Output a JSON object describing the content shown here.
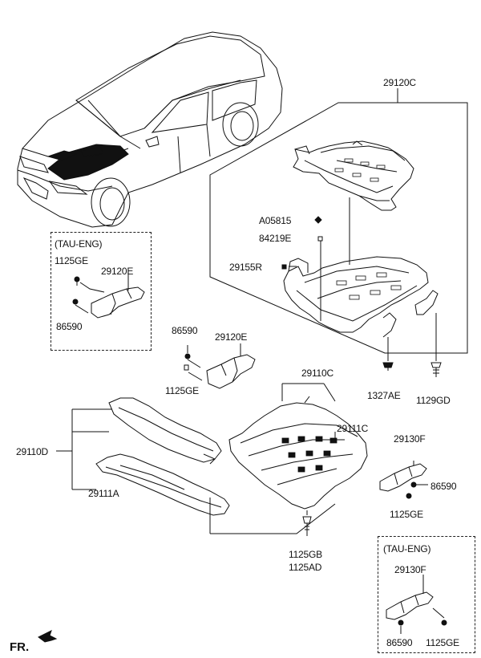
{
  "labels": {
    "p29120C": "29120C",
    "pA05815": "A05815",
    "p84219E": "84219E",
    "p29155R": "29155R",
    "p1327AE": "1327AE",
    "p1129GD": "1129GD",
    "tau1_title": "(TAU-ENG)",
    "tau1_1125GE": "1125GE",
    "tau1_29120E": "29120E",
    "tau1_86590": "86590",
    "m86590": "86590",
    "m29120E": "29120E",
    "m1125GE": "1125GE",
    "p29110C": "29110C",
    "p29111C": "29111C",
    "p29110D": "29110D",
    "p29111A": "29111A",
    "p29130F": "29130F",
    "r86590": "86590",
    "r1125GE": "1125GE",
    "p1125GB": "1125GB",
    "p1125AD": "1125AD",
    "tau2_title": "(TAU-ENG)",
    "tau2_29130F": "29130F",
    "tau2_86590": "86590",
    "tau2_1125GE": "1125GE",
    "fr": "FR."
  },
  "colors": {
    "line": "#111111",
    "part_fill": "#ffffff",
    "car_dark": "#111111"
  }
}
